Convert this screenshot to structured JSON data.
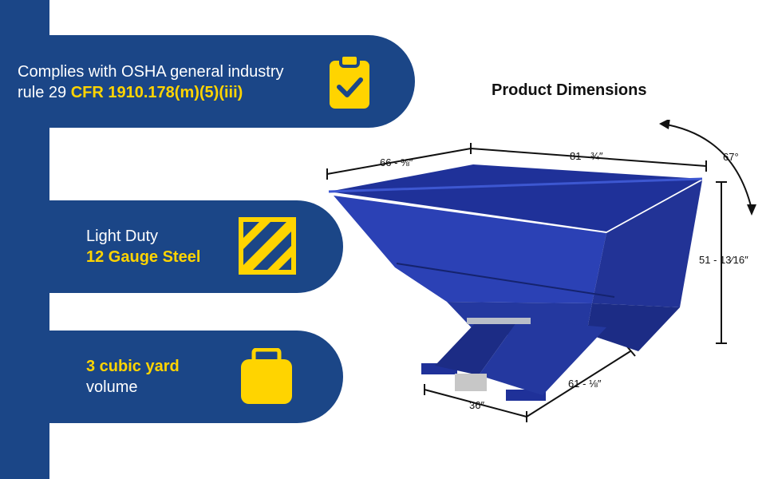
{
  "features": [
    {
      "line1": "Complies with OSHA general industry",
      "line2_prefix": "rule 29 ",
      "line2_highlight": "CFR 1910.178(m)(5)(iii)",
      "icon": "clipboard-check-icon"
    },
    {
      "line1": "Light Duty",
      "line2_highlight": "12 Gauge Steel",
      "icon": "hazard-stripes-icon"
    },
    {
      "line1_highlight": "3 cubic yard",
      "line2": "volume",
      "icon": "cube-volume-icon"
    }
  ],
  "dimensions": {
    "title": "Product Dimensions",
    "depth": "66 - ⅜″",
    "width": "81 - ¾″",
    "angle": "67°",
    "height": "51 - 13⁄16″",
    "base_depth": "61 - ⅛″",
    "base_width": "36″"
  },
  "colors": {
    "brand_blue": "#1b4687",
    "highlight_yellow": "#ffd400",
    "hopper_blue": "#25389e"
  }
}
